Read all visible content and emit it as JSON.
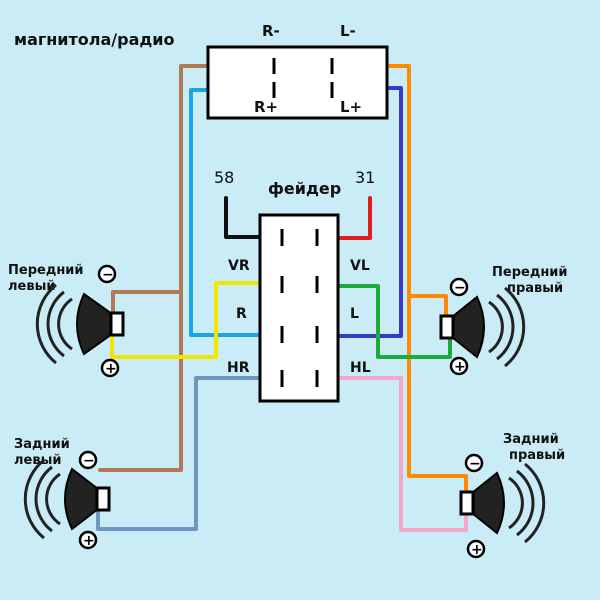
{
  "title": "магнитола/радио",
  "radio": {
    "r_minus": "R-",
    "l_minus": "L-",
    "r_plus": "R+",
    "l_plus": "L+"
  },
  "fader": {
    "title": "фейдер",
    "pin_58": "58",
    "pin_31": "31",
    "vr": "VR",
    "vl": "VL",
    "r": "R",
    "l": "L",
    "hr": "HR",
    "hl": "HL"
  },
  "speakers": {
    "front_left": [
      "Передний",
      "левый"
    ],
    "front_right": [
      "Передний",
      "правый"
    ],
    "rear_left": [
      "Задний",
      "левый"
    ],
    "rear_right": [
      "Задний",
      "правый"
    ]
  },
  "polarity": {
    "minus": "−",
    "plus": "+"
  },
  "colors": {
    "background": "#c9ecf7",
    "brown": "#b07a55",
    "cyan": "#1aa6e6",
    "orange": "#ff8a00",
    "blue": "#3a38c9",
    "red": "#e31c1c",
    "green": "#1bab3c",
    "yellow": "#f2e600",
    "steel": "#6f96be",
    "pink": "#f5a7c7"
  }
}
